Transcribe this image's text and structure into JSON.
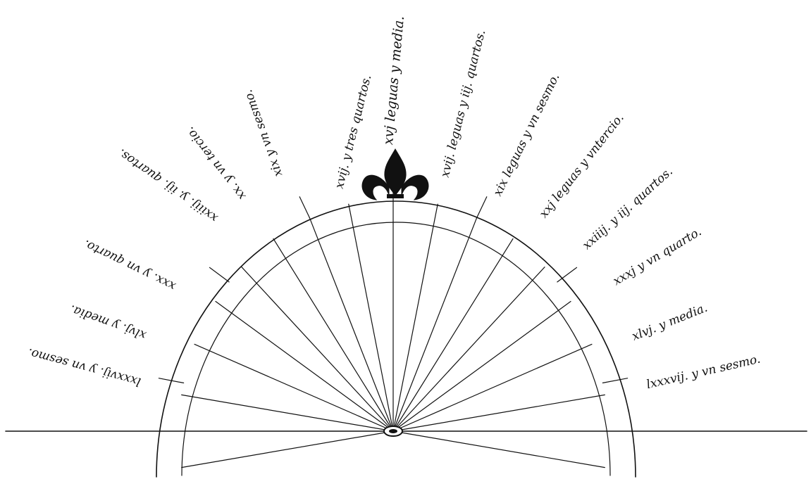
{
  "labels": [
    {
      "text": "lxxxvij. y vn sesmo.",
      "side": "left"
    },
    {
      "text": "xlvj. y media.",
      "side": "left"
    },
    {
      "text": "xxx. y vn quarto.",
      "side": "left"
    },
    {
      "text": "xxiiij. y. iij. quartos.",
      "side": "left"
    },
    {
      "text": "xx. y vn tercio.",
      "side": "left"
    },
    {
      "text": "xix y vn sesmo.",
      "side": "left"
    },
    {
      "text": "xvij. y tres quartos.",
      "side": "left"
    },
    {
      "text": "xvj leguas y media.",
      "side": "top"
    },
    {
      "text": "xvij. leguas y iij. quartos.",
      "side": "right"
    },
    {
      "text": "xix leguas y vn sesmo.",
      "side": "right"
    },
    {
      "text": "xxj leguas y vntercio.",
      "side": "right"
    },
    {
      "text": "xxiiij. y iij. quartos.",
      "side": "right"
    },
    {
      "text": "xxxj y vn quarto.",
      "side": "right"
    },
    {
      "text": "xlvj. y media.",
      "side": "right"
    },
    {
      "text": "lxxxvij. y vn sesmo.",
      "side": "right"
    }
  ],
  "colors": {
    "ink": "#111111",
    "paper": "#ffffff"
  },
  "icons": {
    "top_ornament": "fleur-de-lis-icon",
    "center_pivot": "compass-pivot-icon"
  }
}
